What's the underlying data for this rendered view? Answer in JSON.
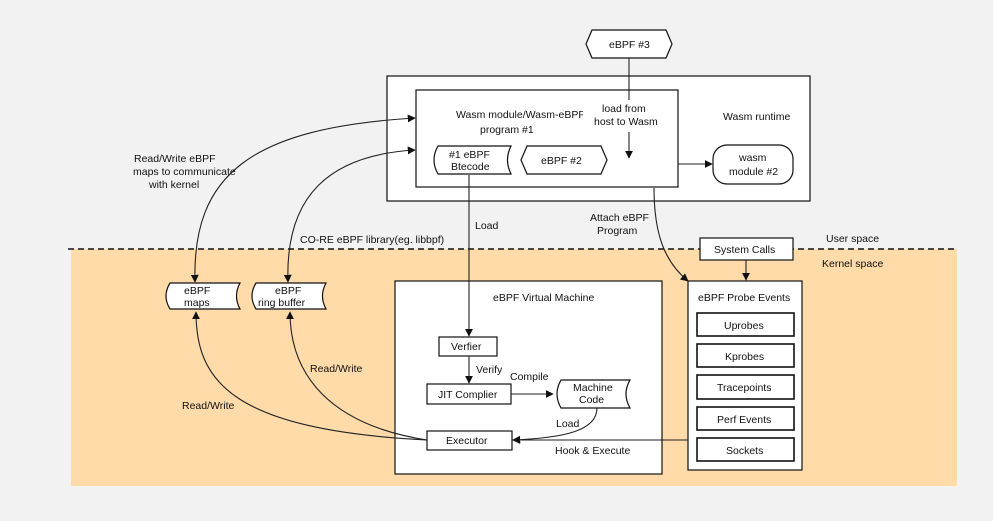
{
  "colors": {
    "kernel_bg": "#fedba9",
    "user_bg": "#f2f2f2",
    "stroke": "#111111"
  },
  "hex_ebpf3": "eBPF #3",
  "wasm_runtime": {
    "label": "Wasm runtime",
    "module_line1": "Wasm module/Wasm-eBPF",
    "module_line2": "program #1",
    "load_line1": "load from",
    "load_line2": "host to Wasm",
    "bytecode_line1": "#1  eBPF",
    "bytecode_line2": "Btecode",
    "hex_ebpf2": "eBPF #2",
    "wasm2_line1": "wasm",
    "wasm2_line2": "module #2"
  },
  "left_labels": {
    "rw_line1": "Read/Write eBPF",
    "rw_line2": "maps to communicate",
    "rw_line3": "with kernel",
    "core_lib": "CO-RE eBPF library(eg. libbpf)",
    "read_write_1": "Read/Write",
    "read_write_2": "Read/Write"
  },
  "storage": {
    "maps_line1": "eBPF",
    "maps_line2": "maps",
    "ring_line1": "eBPF",
    "ring_line2": "ring buffer"
  },
  "middle_labels": {
    "load": "Load",
    "attach_line1": "Attach eBPF",
    "attach_line2": "Program"
  },
  "space": {
    "user": "User space",
    "kernel": "Kernel space"
  },
  "system_calls": "System Calls",
  "vm": {
    "title": "eBPF Virtual Machine",
    "verifier": "Verfier",
    "verify": "Verify",
    "jit": "JIT Complier",
    "compile": "Compile",
    "mc_line1": "Machine",
    "mc_line2": "Code",
    "load": "Load",
    "executor": "Executor",
    "hook": "Hook & Execute"
  },
  "probe_events": {
    "title": "eBPF Probe Events",
    "items": [
      "Uprobes",
      "Kprobes",
      "Tracepoints",
      "Perf Events",
      "Sockets"
    ]
  }
}
